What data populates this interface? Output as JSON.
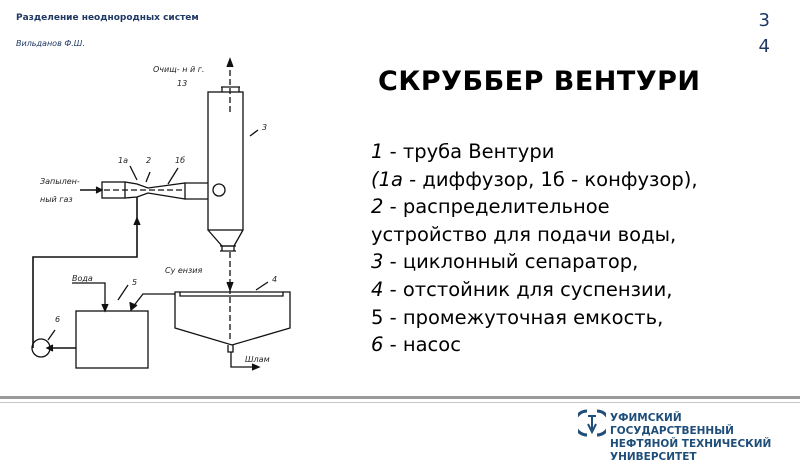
{
  "header": {
    "section": "Разделение неоднородных систем",
    "author": "Вильданов Ф.Ш.",
    "page_digits": [
      "3",
      "4"
    ]
  },
  "title": "СКРУБЕР ВЕНТУРИ",
  "items": [
    {
      "num": "1",
      "text": " - труба Вентури"
    },
    {
      "num": "(1а",
      "text": " - диффузор, 1б - конфузор),"
    },
    {
      "num": "2",
      "text": " - распределительное"
    },
    {
      "num": "",
      "text": "устройство для подачи воды,"
    },
    {
      "num": "3",
      "text": " - циклонный сепаратор,"
    },
    {
      "num": "4",
      "text": " - отстойник для суспензии,"
    },
    {
      "num": "5",
      "text": " - промежуточная емкость,"
    },
    {
      "num": "6",
      "text": " - насос"
    }
  ],
  "diagram": {
    "labels": {
      "clean_gas": "Очищ- н й г.",
      "clean_gas_num": "13",
      "dusty_gas_1": "Запылен-",
      "dusty_gas_2": "ный газ",
      "l1a": "1а",
      "l2": "2",
      "l1b": "1б",
      "l3": "3",
      "l4": "4",
      "l5": "5",
      "l6": "6",
      "water": "Вода",
      "suspension": "Су  ензия",
      "sludge": "Шлам"
    }
  },
  "footer": {
    "university_line1": "УФИМСКИЙ ГОСУДАРСТВЕННЫЙ",
    "university_line2": "НЕФТЯНОЙ ТЕХНИЧЕСКИЙ УНИВЕРСИТЕТ"
  }
}
